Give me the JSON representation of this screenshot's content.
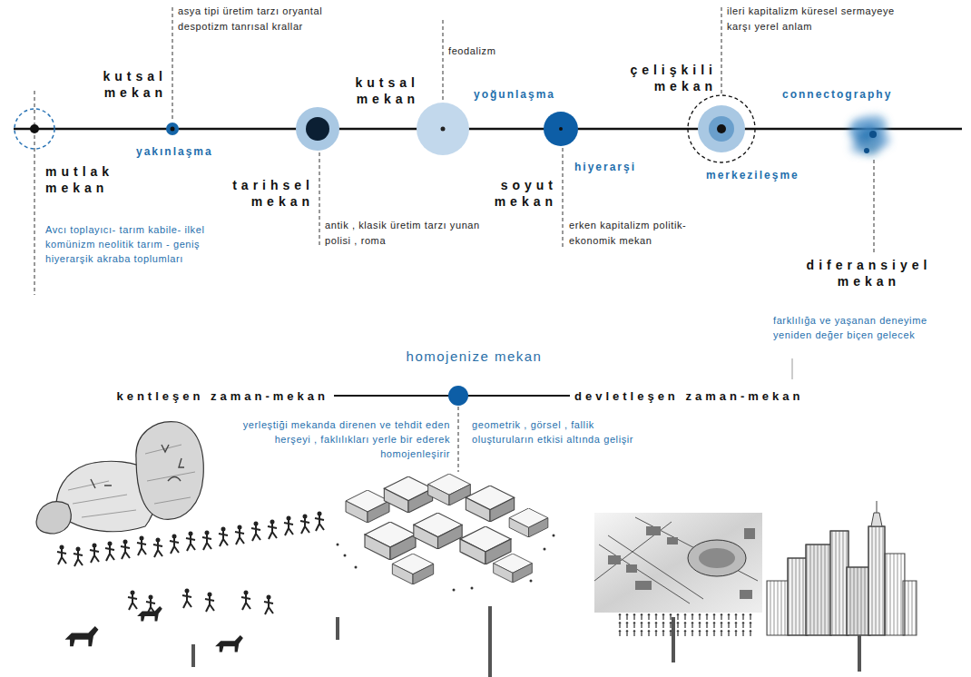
{
  "diagram": {
    "labels": [
      "asya tipi üretim tarzı oryantal despotizm tanrısal krallar",
      "kutsal mekan",
      "feodalizm",
      "kutsal mekan",
      "çelişkili mekan",
      "ileri kapitalizm küresel sermayeye karşı yerel anlam",
      "yoğunlaşma",
      "connectography",
      "yakınlaşma",
      "mutlak mekan",
      "tarihsel mekan",
      "soyut mekan",
      "hiyerarşi",
      "merkezileşme",
      "Avcı toplayıcı- tarım kabile- ilkel komünizm neolitik tarım - geniş hiyerarşik akraba toplumları",
      "antik , klasik üretim tarzı yunan polisi , roma",
      "erken kapitalizm politik-ekonomik mekan",
      "diferansiyel mekan",
      "farklılığa ve yaşanan deneyime yeniden değer biçen gelecek",
      "homojenize mekan",
      "kentleşen zaman-mekan",
      "devletleşen zaman-mekan",
      "yerleştiği mekanda direnen ve tehdit eden herşeyi , faklılıkları yerle bir ederek homojenleşirir",
      "geometrik , görsel , fallik oluşturuların etkisi altında gelişir"
    ]
  }
}
